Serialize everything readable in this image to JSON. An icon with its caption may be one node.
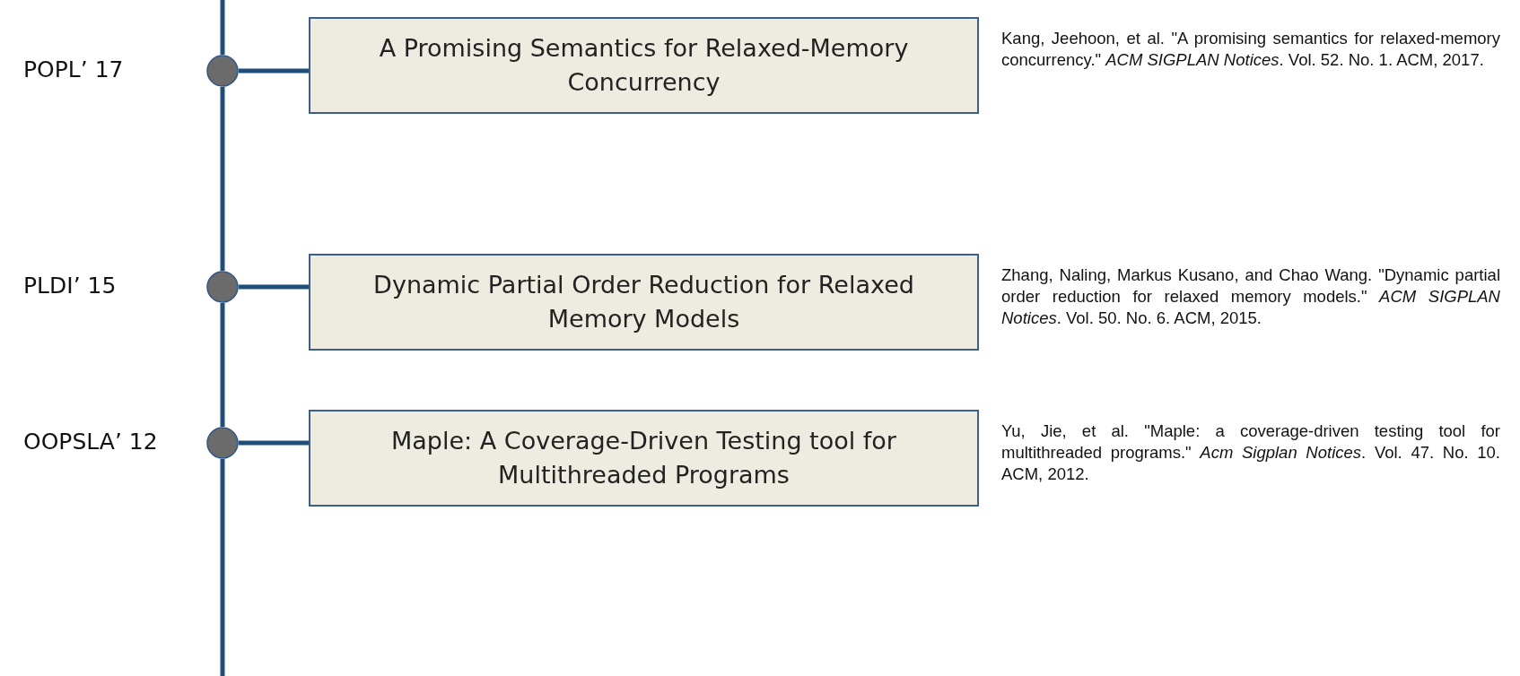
{
  "diagram": {
    "nodes": [
      {
        "text": [],
        "shape": "circle"
      },
      {
        "text": [
          "A Promising Semantics for Relaxed-Memory Concurrency"
        ],
        "beside": [
          "Kang, Jeehoon, et al. \"A promising semantics for relaxed-memory concurrency.\" *ACM SIGPLAN Notices*. Vol. 52. No. 1. ACM, 2017."
        ]
      },
      {
        "text": [],
        "shape": "circle"
      },
      {
        "text": [
          "Dynamic Partial Order Reduction for Relaxed Memory Models"
        ],
        "beside": [
          "Zhang, Naling, Markus Kusano, and Chao Wang. \"Dynamic partial order reduction for relaxed memory models.\" *ACM SIGPLAN Notices*. Vol. 50. No. 6. ACM, 2015."
        ]
      },
      {
        "text": [],
        "shape": "circle"
      },
      {
        "text": [
          "Maple: A Coverage-Driven Testing tool for Multithreaded Programs"
        ],
        "beside": [
          "Yu, Jie, et al. \"Maple: a coverage-driven testing tool for multithreaded programs.\" *Acm Sigplan Notices*. Vol. 47. No. 10. ACM, 2012."
        ]
      }
    ],
    "edges": [
      {
        "from": null,
        "to": 0,
        "arrow": "none"
      },
      {
        "from": 0,
        "to": 1,
        "arrow": "none"
      },
      {
        "from": 0,
        "to": 2,
        "arrow": "none"
      },
      {
        "from": 2,
        "to": 3,
        "arrow": "none"
      },
      {
        "from": 2,
        "to": 4,
        "arrow": "none"
      },
      {
        "from": 4,
        "to": 5,
        "arrow": "none"
      },
      {
        "from": 4,
        "to": null,
        "arrow": "none"
      }
    ],
    "labels": [
      "POPL’ 17",
      "PLDI’ 15",
      "OOPSLA’ 12"
    ]
  }
}
